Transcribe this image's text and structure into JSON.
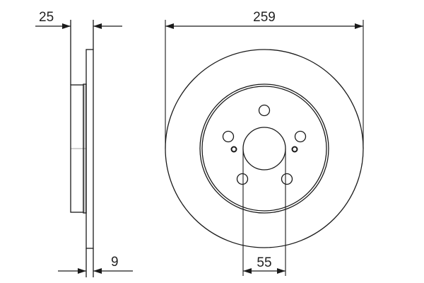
{
  "drawing": {
    "type": "brake disc technical drawing",
    "colors": {
      "line": "#1a1a1a",
      "shade": "#cccccc",
      "background": "#ffffff"
    },
    "dimensions": {
      "overall_thickness": "25",
      "disc_thickness": "9",
      "outer_diameter": "259",
      "center_bore": "55"
    }
  }
}
